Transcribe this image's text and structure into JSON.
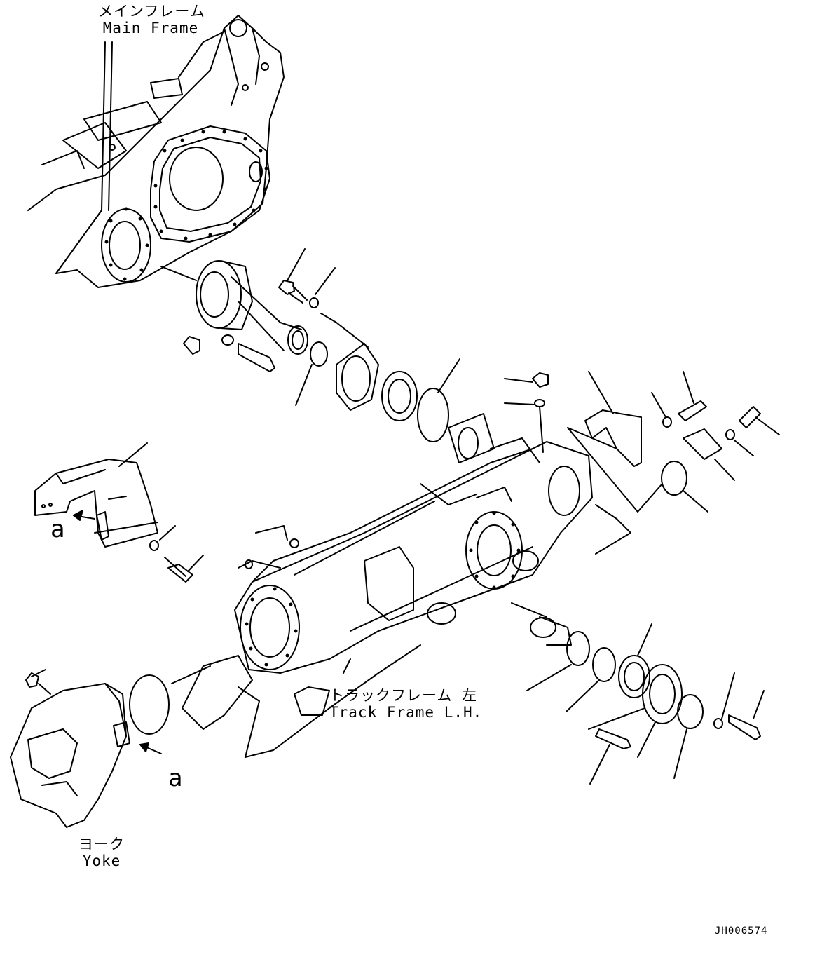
{
  "labels": {
    "main_frame": {
      "jp": "メインフレーム",
      "en": "Main Frame"
    },
    "track_frame": {
      "jp": "トラックフレーム 左",
      "en": "Track Frame L.H."
    },
    "yoke": {
      "jp": "ヨーク",
      "en": "Yoke"
    }
  },
  "view_markers": {
    "a1": "a",
    "a2": "a"
  },
  "drawing_number": "JH006574"
}
